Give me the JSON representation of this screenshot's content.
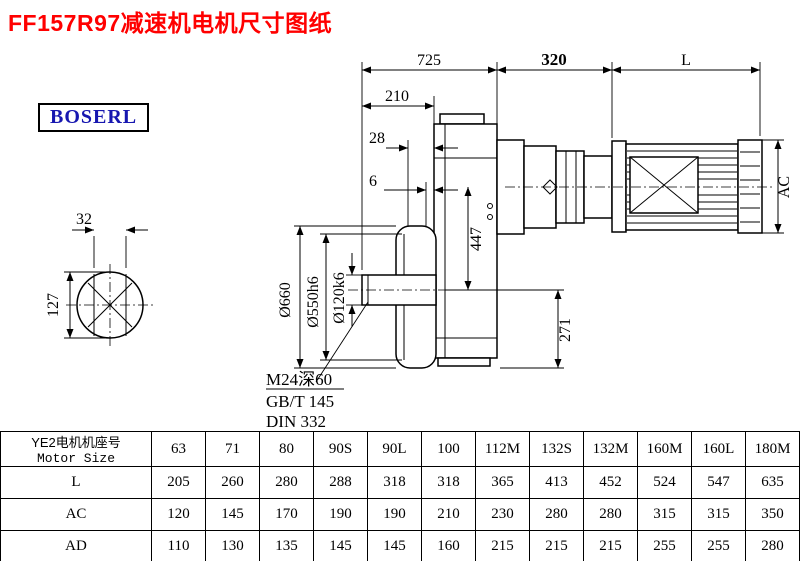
{
  "page": {
    "title": "FF157R97减速机电机尺寸图纸",
    "logo": "BOSERL"
  },
  "drawing": {
    "dims": {
      "len725": "725",
      "len320": "320",
      "lenL": "L",
      "len210": "210",
      "len28": "28",
      "len6": "6",
      "ac": "AC",
      "len447": "447",
      "len271": "271",
      "dia660": "Ø660",
      "dia550": "Ø550h6",
      "dia120": "Ø120k6",
      "len32": "32",
      "len127": "127"
    },
    "notes": {
      "tap": "M24深60",
      "gb": "GB/T 145",
      "din": "DIN 332"
    }
  },
  "table": {
    "header_cn": "YE2电机机座号",
    "header_en": "Motor Size",
    "sizes": [
      "63",
      "71",
      "80",
      "90S",
      "90L",
      "100",
      "112M",
      "132S",
      "132M",
      "160M",
      "160L",
      "180M"
    ],
    "rows": [
      {
        "label": "L",
        "values": [
          "205",
          "260",
          "280",
          "288",
          "318",
          "318",
          "365",
          "413",
          "452",
          "524",
          "547",
          "635"
        ]
      },
      {
        "label": "AC",
        "values": [
          "120",
          "145",
          "170",
          "190",
          "190",
          "210",
          "230",
          "280",
          "280",
          "315",
          "315",
          "350"
        ]
      },
      {
        "label": "AD",
        "values": [
          "110",
          "130",
          "135",
          "145",
          "145",
          "160",
          "215",
          "215",
          "215",
          "255",
          "255",
          "280"
        ]
      }
    ]
  }
}
